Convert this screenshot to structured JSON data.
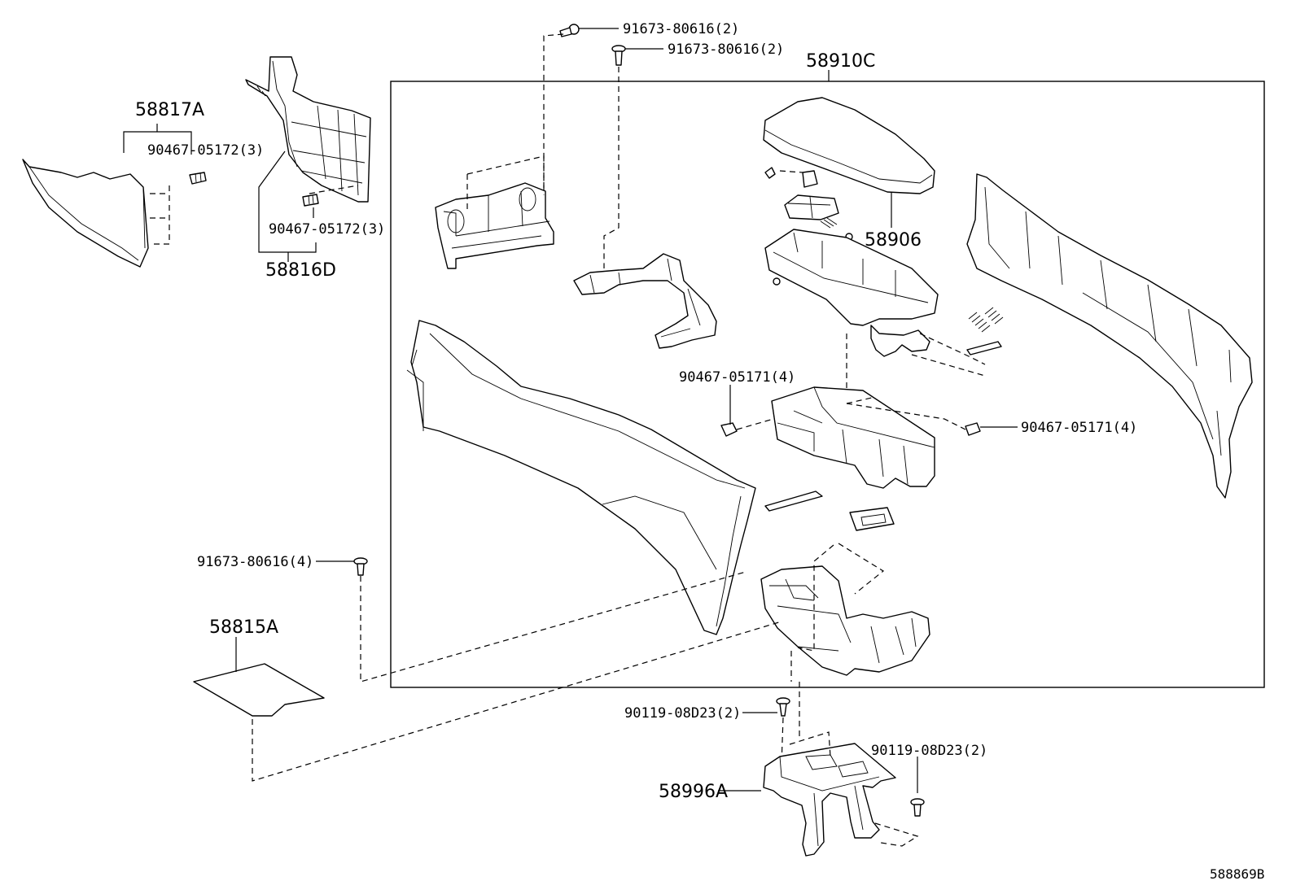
{
  "labels": {
    "p58817A": "58817A",
    "p90467_05172_a": "90467-05172(3)",
    "p90467_05172_b": "90467-05172(3)",
    "p58816D": "58816D",
    "p91673_80616_top1": "91673-80616(2)",
    "p91673_80616_top2": "91673-80616(2)",
    "p58910C": "58910C",
    "p58906": "58906",
    "p90467_05171_left": "90467-05171(4)",
    "p90467_05171_right": "90467-05171(4)",
    "p91673_80616_left": "91673-80616(4)",
    "p58815A": "58815A",
    "p90119_08D23_a": "90119-08D23(2)",
    "p90119_08D23_b": "90119-08D23(2)",
    "p58996A": "58996A"
  },
  "diagram_code": "588869B"
}
